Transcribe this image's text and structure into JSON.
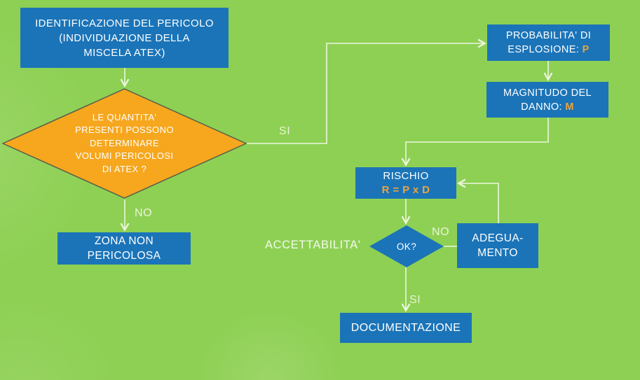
{
  "palette": {
    "bg-green": "#8ed054",
    "box-blue": "#1b74b8",
    "diamond-orange": "#f6a71e",
    "diamond-border": "#585e49",
    "accent-orange": "#eda33c",
    "connector": "#ecf6dc",
    "text-white": "#ffffff"
  },
  "nodes": {
    "identificazione": {
      "lines": [
        "IDENTIFICAZIONE DEL PERICOLO",
        "(INDIVIDUAZIONE DELLA",
        "MISCELA ATEX)"
      ]
    },
    "quantita_diamond": {
      "lines": [
        "LE QUANTITA'",
        "PRESENTI POSSONO",
        "DETERMINARE",
        "VOLUMI PERICOLOSI",
        "DI ATEX ?"
      ]
    },
    "zona_non_pericolosa": {
      "lines": [
        "ZONA NON",
        "PERICOLOSA"
      ]
    },
    "probabilita": {
      "line1": "PROBABILITA' DI",
      "line2_prefix": "ESPLOSIONE: ",
      "variable": "P"
    },
    "magnitudo": {
      "line1": "MAGNITUDO DEL",
      "line2_prefix": "DANNO: ",
      "variable": "M"
    },
    "rischio": {
      "title": "RISCHIO",
      "formula": "R = P x D"
    },
    "ok_diamond": {
      "label": "OK?"
    },
    "adeguamento": {
      "lines": [
        "ADEGUA-",
        "MENTO"
      ]
    },
    "documentazione": {
      "label": "DOCUMENTAZIONE"
    }
  },
  "labels": {
    "si_right": "SI",
    "no_down": "NO",
    "accettabilita": "ACCETTABILITA'",
    "no_ok": "NO",
    "si_doc": "SI"
  }
}
